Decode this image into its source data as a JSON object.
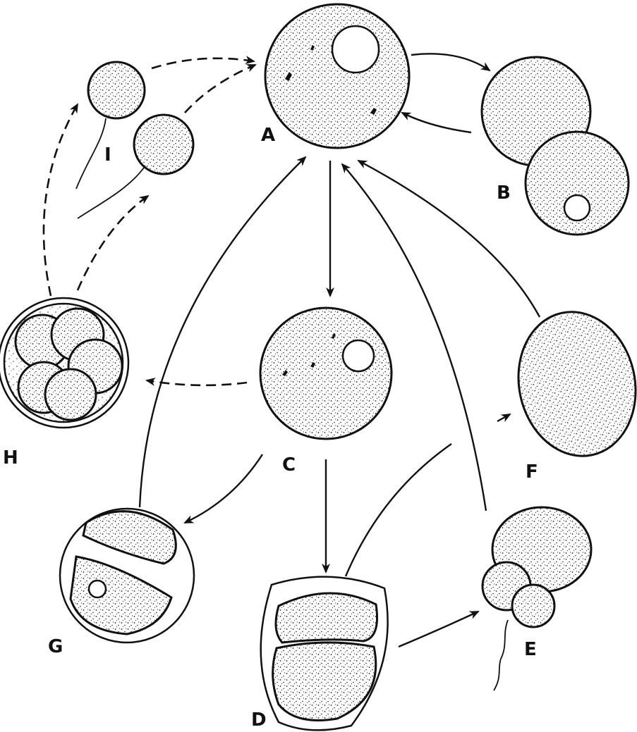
{
  "diagram": {
    "labels": {
      "A": "A",
      "B": "B",
      "C": "C",
      "D": "D",
      "E": "E",
      "F": "F",
      "G": "G",
      "H": "H",
      "I": "I"
    },
    "stroke_color": "#111111",
    "background_color": "#ffffff"
  }
}
